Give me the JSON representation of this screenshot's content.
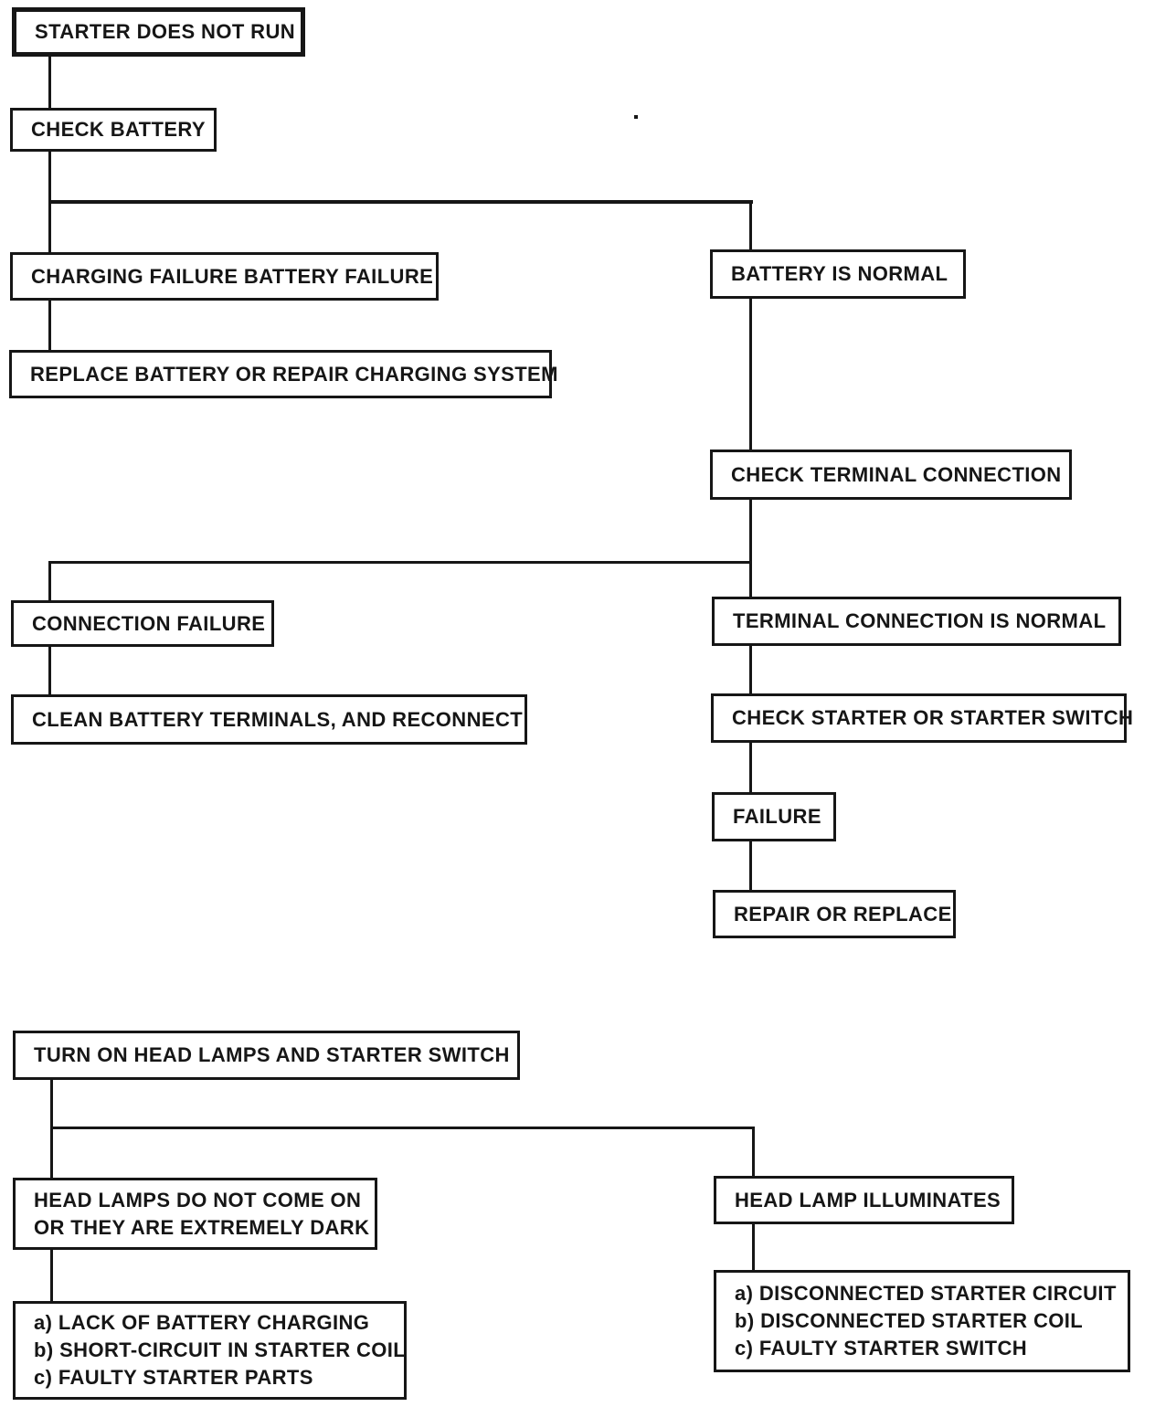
{
  "page": {
    "background_color": "#ffffff",
    "ink_color": "#161616"
  },
  "flowchart": {
    "nodes": {
      "start": "STARTER DOES NOT RUN",
      "check_battery": "CHECK BATTERY",
      "charging_failure": "CHARGING FAILURE BATTERY FAILURE",
      "replace_battery": "REPLACE BATTERY OR REPAIR CHARGING SYSTEM",
      "battery_normal": "BATTERY IS NORMAL",
      "check_terminal": "CHECK TERMINAL CONNECTION",
      "connection_failure": "CONNECTION FAILURE",
      "clean_terminals": "CLEAN BATTERY TERMINALS, AND RECONNECT",
      "terminal_normal": "TERMINAL CONNECTION IS NORMAL",
      "check_starter": "CHECK STARTER OR STARTER SWITCH",
      "failure": "FAILURE",
      "repair_replace": "REPAIR OR REPLACE",
      "turn_on_head_lamps": "TURN ON HEAD LAMPS AND STARTER SWITCH",
      "head_lamps_off": {
        "line1": "HEAD LAMPS DO NOT COME ON",
        "line2": "OR THEY ARE EXTREMELY DARK"
      },
      "head_lamps_off_causes": [
        "a) LACK OF BATTERY CHARGING",
        "b) SHORT-CIRCUIT IN STARTER COIL",
        "c) FAULTY STARTER PARTS"
      ],
      "head_lamp_illuminates": "HEAD LAMP ILLUMINATES",
      "head_lamp_on_causes": [
        "a) DISCONNECTED STARTER CIRCUIT",
        "b) DISCONNECTED STARTER COIL",
        "c) FAULTY STARTER SWITCH"
      ]
    }
  }
}
